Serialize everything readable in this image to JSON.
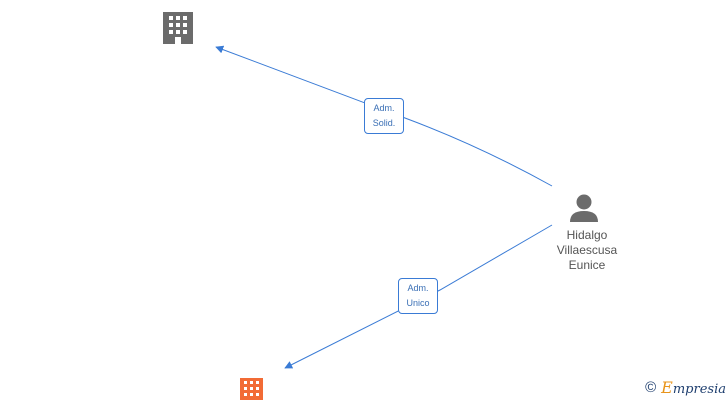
{
  "colors": {
    "edge": "#3a7bd5",
    "company_icon": "#6b6b6b",
    "company_icon_highlight": "#f26b35",
    "person_icon": "#6b6b6b"
  },
  "nodes": {
    "person": {
      "name_lines": [
        "Hidalgo",
        "Villaescusa",
        "Eunice"
      ],
      "icon": "person-icon"
    },
    "company_top": {
      "icon": "building-icon"
    },
    "company_bottom": {
      "icon": "building-icon"
    }
  },
  "edges": [
    {
      "from": "person",
      "to": "company_top",
      "label_lines": [
        "Adm.",
        "Solid."
      ]
    },
    {
      "from": "person",
      "to": "company_bottom",
      "label_lines": [
        "Adm.",
        "Unico"
      ]
    }
  ],
  "watermark": {
    "copyright_symbol": "©",
    "brand_first": "E",
    "brand_rest": "mpresia",
    "icon": "copyright-icon"
  }
}
